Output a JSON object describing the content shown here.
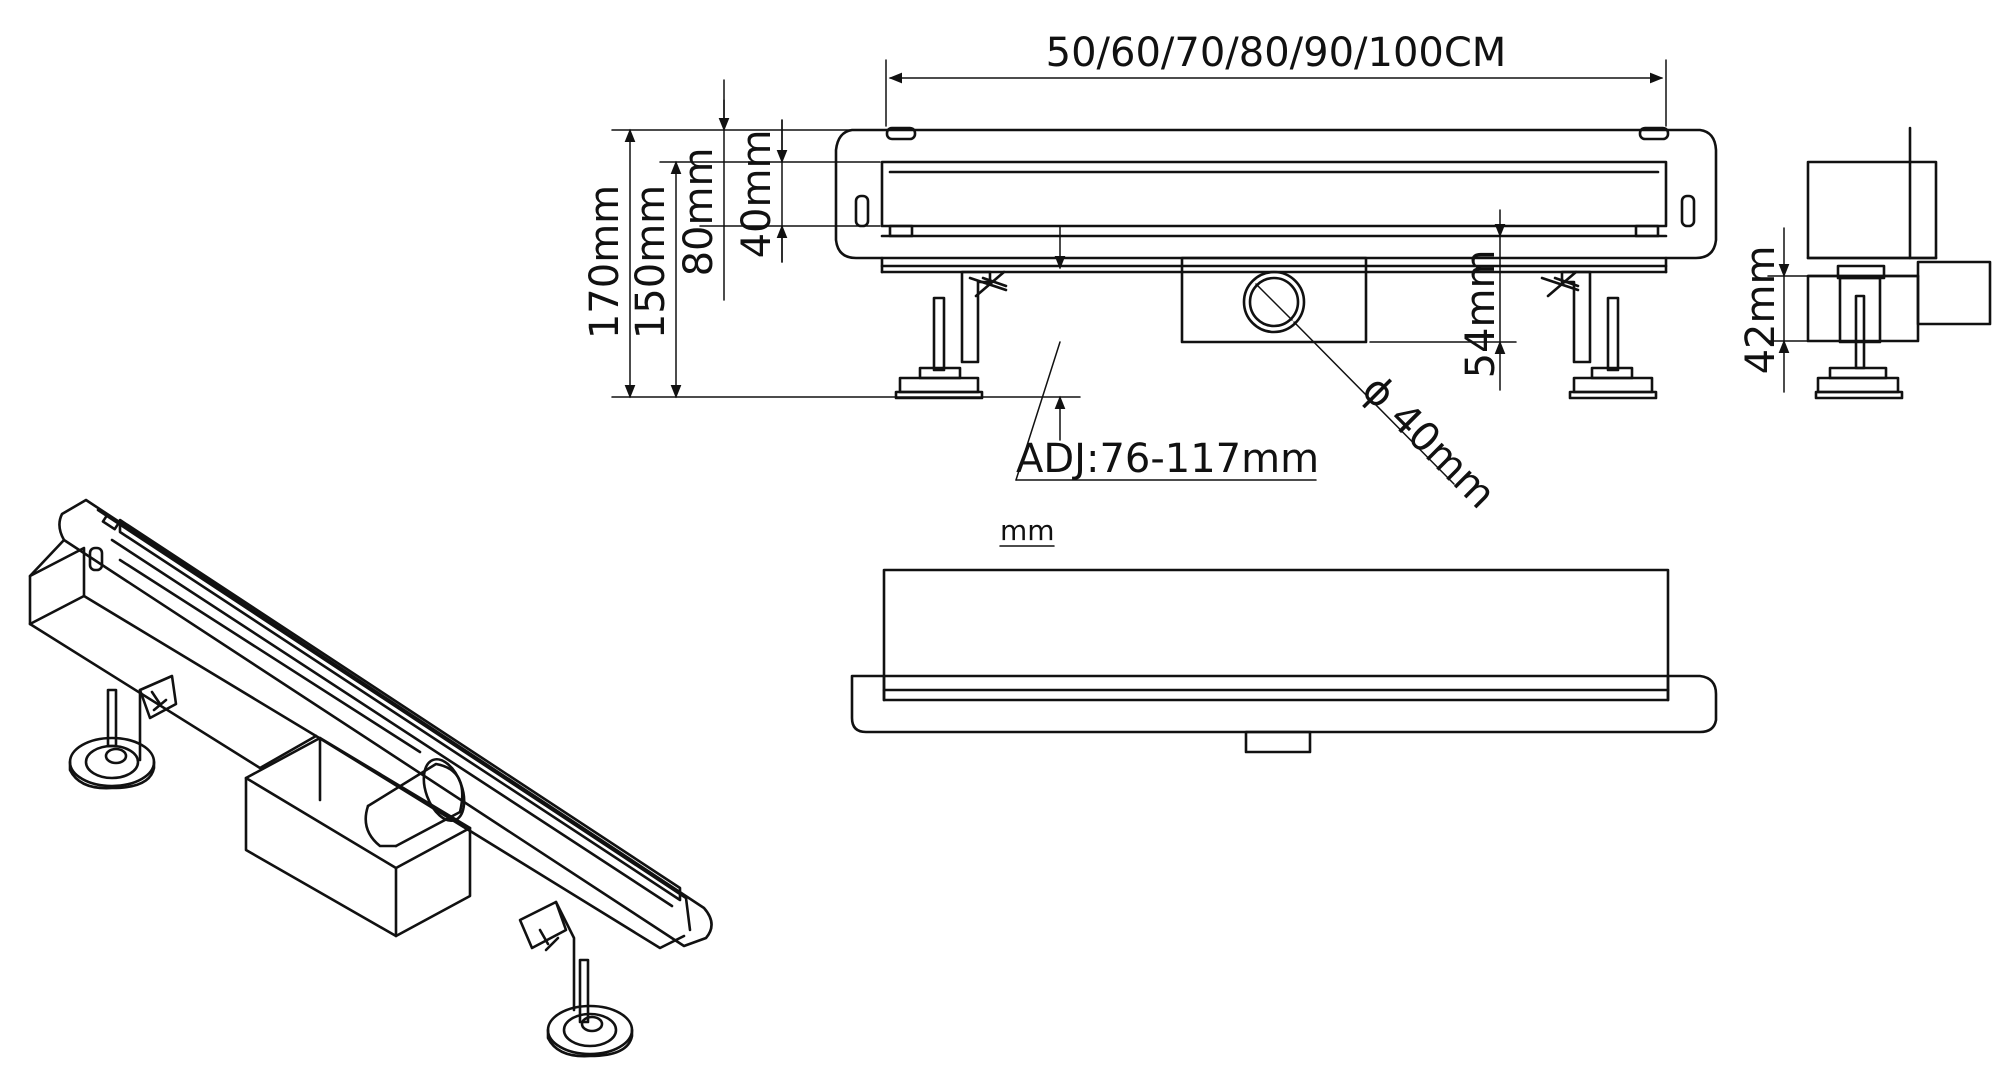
{
  "dimensions": {
    "lengths": "50/60/70/80/90/100CM",
    "overall_height": "170mm",
    "body_height": "150mm",
    "channel_height": "80mm",
    "grate_height": "40mm",
    "outlet_height": "54mm",
    "outlet_diameter": "ϕ 40mm",
    "adjustment": "ADJ:76-117mm",
    "side_height": "42mm",
    "top_view_unit": "mm"
  }
}
